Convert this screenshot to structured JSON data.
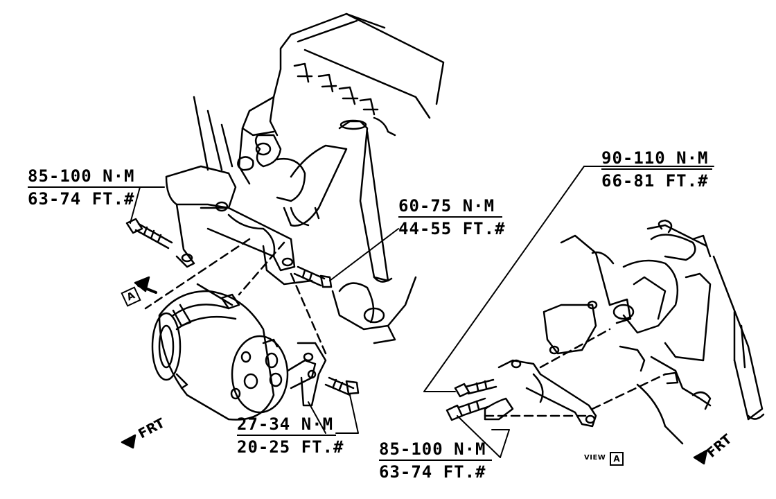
{
  "specs": {
    "a": {
      "nm": "85-100 N·M",
      "ft": "63-74 FT.#"
    },
    "b": {
      "nm": "60-75 N·M",
      "ft": "44-55 FT.#"
    },
    "c": {
      "nm": "90-110 N·M",
      "ft": "66-81 FT.#"
    },
    "d": {
      "nm": "27-34 N·M",
      "ft": "20-25 FT.#"
    },
    "e": {
      "nm": "85-100 N·M",
      "ft": "63-74 FT.#"
    }
  },
  "labels": {
    "frt_left": "FRT",
    "frt_right": "FRT",
    "view": "VIEW",
    "view_ref": "A",
    "callout_ref": "A"
  }
}
